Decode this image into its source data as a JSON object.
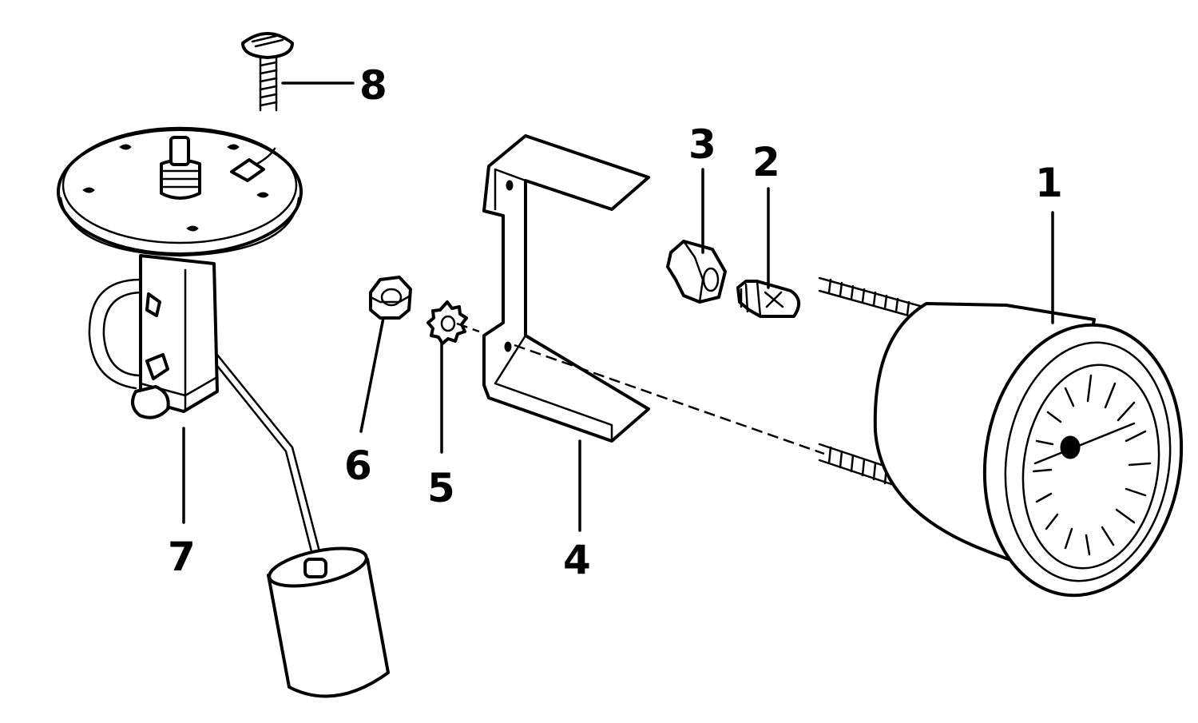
{
  "parts": [
    {
      "id": "gauge",
      "number": "1"
    },
    {
      "id": "bulb",
      "number": "2"
    },
    {
      "id": "bulb-socket",
      "number": "3"
    },
    {
      "id": "mounting-bracket",
      "number": "4"
    },
    {
      "id": "lock-washer",
      "number": "5"
    },
    {
      "id": "hex-nut",
      "number": "6"
    },
    {
      "id": "sender-unit",
      "number": "7"
    },
    {
      "id": "screw",
      "number": "8"
    }
  ],
  "colors": {
    "line": "#000000",
    "background": "#ffffff"
  }
}
